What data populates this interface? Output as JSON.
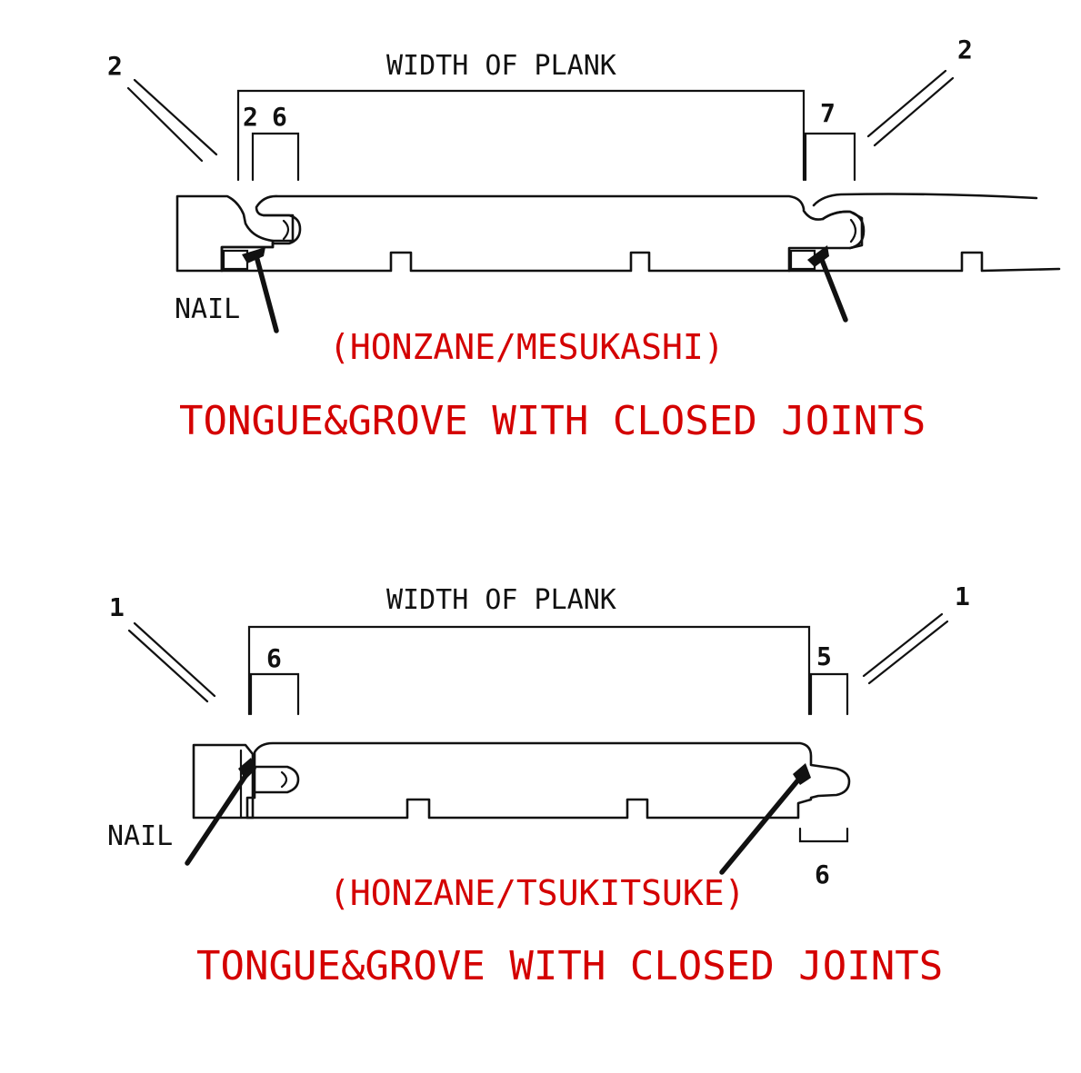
{
  "accent_color": "#d40000",
  "ink_color": "#111111",
  "top_diagram": {
    "dimension_label": "WIDTH OF PLANK",
    "angle_label_left": "2",
    "angle_label_right": "2",
    "tongue_label_a": "2",
    "tongue_label_b": "6",
    "right_dim_label": "7",
    "nail_label": "NAIL",
    "subtitle": "(HONZANE/MESUKASHI)",
    "title": "TONGUE&GROVE WITH CLOSED JOINTS"
  },
  "bottom_diagram": {
    "dimension_label": "WIDTH OF PLANK",
    "angle_label_left": "1",
    "angle_label_right": "1",
    "left_dim_label": "6",
    "right_dim_label": "5",
    "lower_dim_label": "6",
    "nail_label": "NAIL",
    "subtitle": "(HONZANE/TSUKITSUKE)",
    "title": "TONGUE&GROVE WITH CLOSED JOINTS"
  }
}
